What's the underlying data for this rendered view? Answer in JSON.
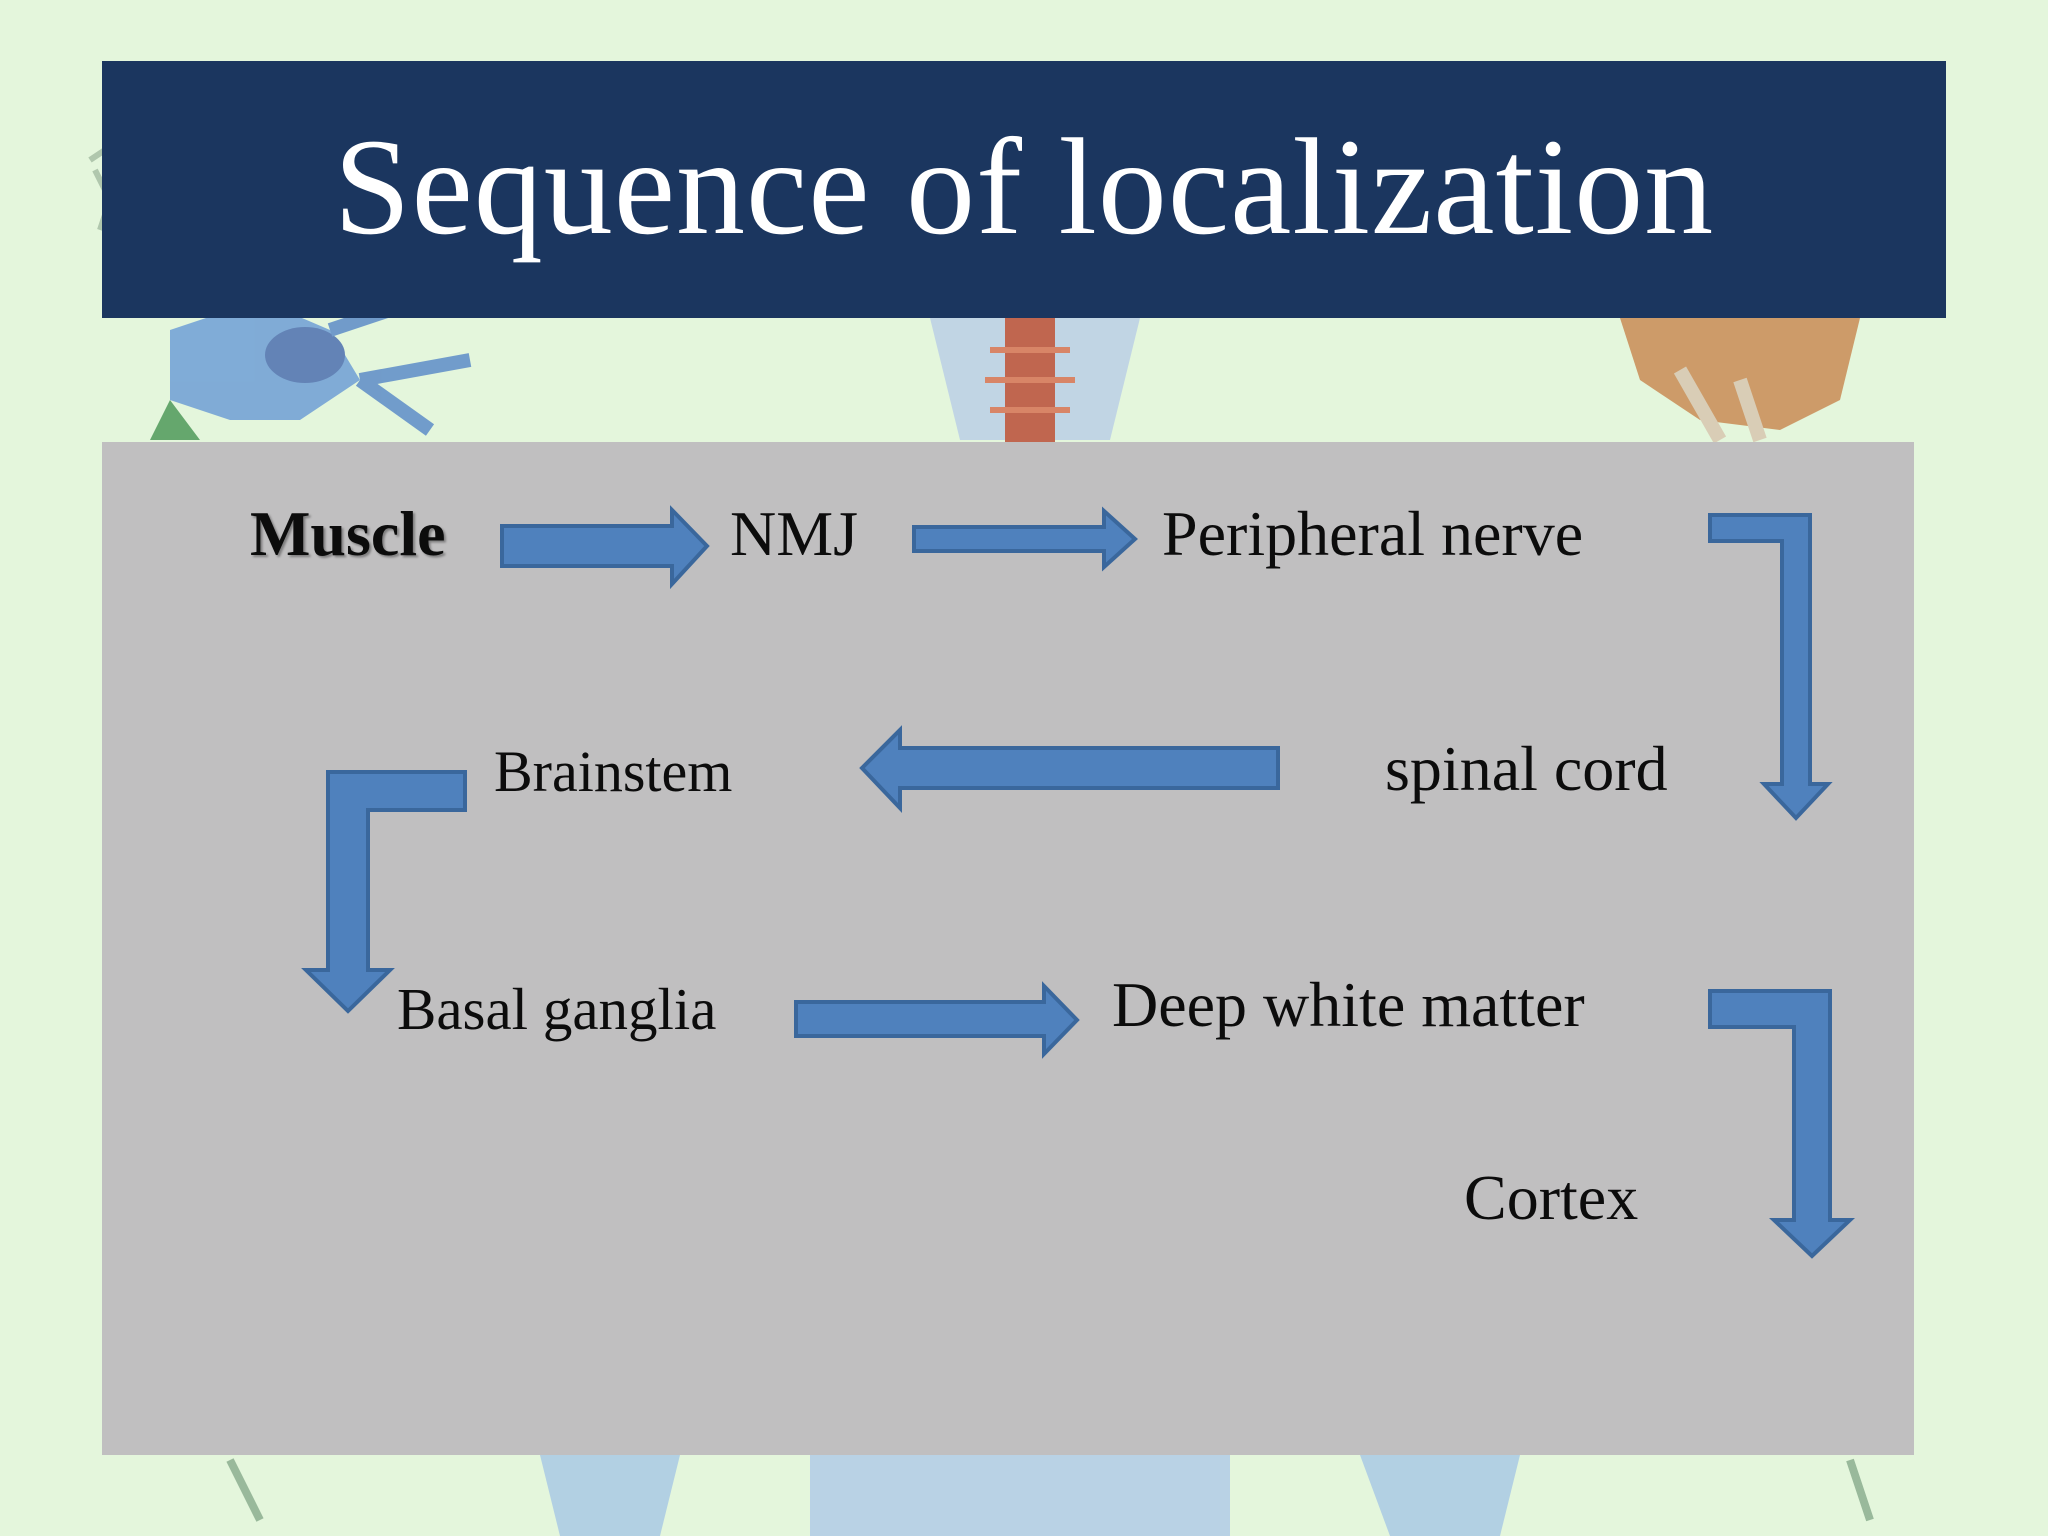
{
  "slide": {
    "title": "Sequence of localization",
    "colors": {
      "title_bar": "#1b365f",
      "title_text": "#ffffff",
      "panel": "#c0bfc0",
      "arrow_fill": "#4f81bd",
      "arrow_stroke": "#3a679c",
      "background": "#e4f6dc"
    }
  },
  "flow": {
    "muscle": "Muscle",
    "nmj": "NMJ",
    "peripheral_nerve": "Peripheral nerve",
    "spinal_cord": "spinal cord",
    "brainstem": "Brainstem",
    "basal_ganglia": "Basal ganglia",
    "deep_white_matter": "Deep white matter",
    "cortex": "Cortex"
  }
}
